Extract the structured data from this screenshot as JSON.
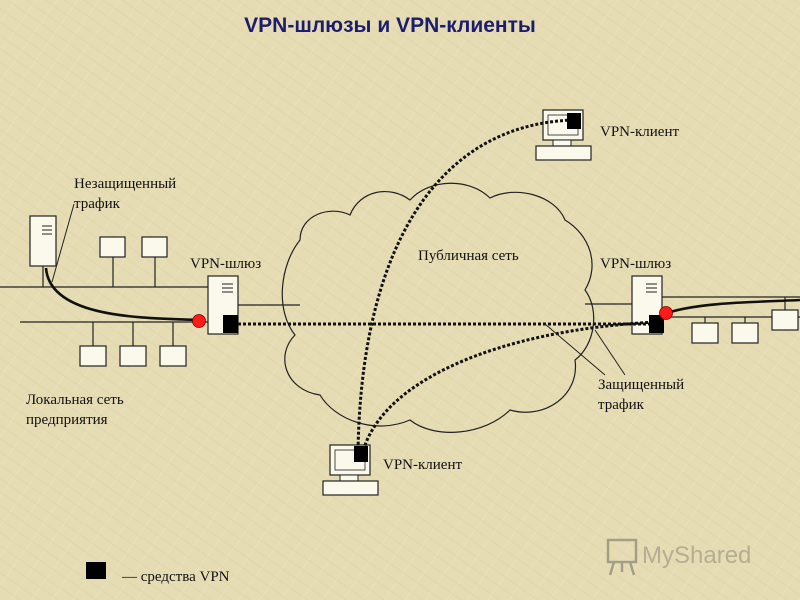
{
  "title": "VPN-шлюзы и VPN-клиенты",
  "labels": {
    "vpn_client_top": "VPN-клиент",
    "vpn_client_bottom": "VPN-клиент",
    "vpn_gateway_left": "VPN-шлюз",
    "vpn_gateway_right": "VPN-шлюз",
    "public_network": "Публичная сеть",
    "unprotected_traffic_line1": "Незащищенный",
    "unprotected_traffic_line2": "трафик",
    "protected_traffic_line1": "Защищенный",
    "protected_traffic_line2": "трафик",
    "local_network_line1": "Локальная сеть",
    "local_network_line2": "предприятия",
    "legend": "— средства VPN"
  },
  "watermark": "MyShared",
  "colors": {
    "title": "#1d1d6e",
    "background": "#e6dcb4",
    "vpn_marker": "#000000",
    "traffic_dot": "#ff1a1a"
  }
}
